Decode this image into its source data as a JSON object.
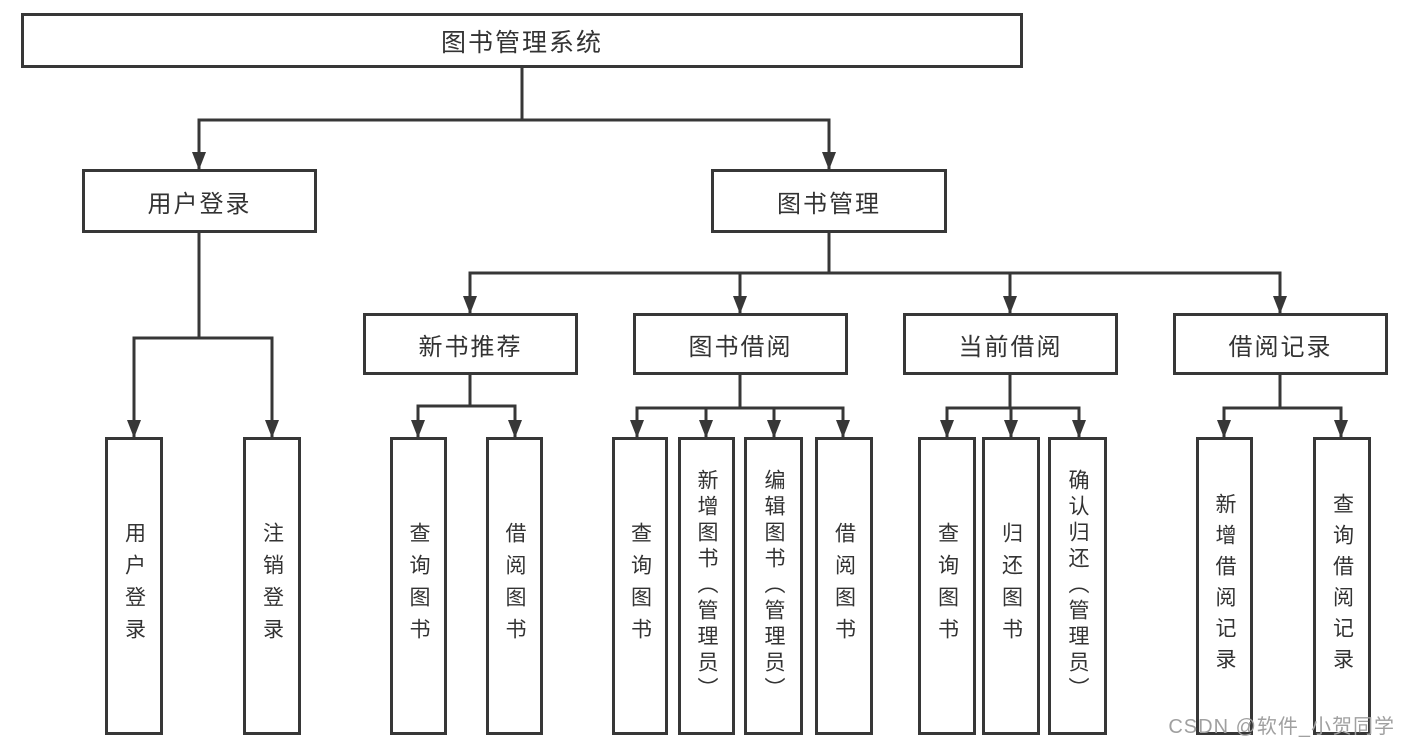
{
  "colors": {
    "line": "#373737",
    "box_border": "#373737",
    "text": "#333333",
    "watermark": "#a0a0a0",
    "background": "#ffffff"
  },
  "root": {
    "label": "图书管理系统"
  },
  "level2": {
    "user_login": {
      "label": "用户登录"
    },
    "book_management": {
      "label": "图书管理"
    }
  },
  "level3": {
    "new_book_recommend": {
      "label": "新书推荐"
    },
    "book_borrow": {
      "label": "图书借阅"
    },
    "current_borrow": {
      "label": "当前借阅"
    },
    "borrow_records": {
      "label": "借阅记录"
    }
  },
  "leaves": {
    "user_login": {
      "label": "用户登录"
    },
    "logout": {
      "label": "注销登录"
    },
    "query_book_recommend": {
      "label": "查询图书"
    },
    "borrow_book_recommend": {
      "label": "借阅图书"
    },
    "query_book_borrow": {
      "label": "查询图书"
    },
    "add_book_admin": {
      "label": "新增图书（管理员）"
    },
    "edit_book_admin": {
      "label": "编辑图书（管理员）"
    },
    "borrow_book_borrow": {
      "label": "借阅图书"
    },
    "query_book_current": {
      "label": "查询图书"
    },
    "return_book": {
      "label": "归还图书"
    },
    "confirm_return_admin": {
      "label": "确认归还（管理员）"
    },
    "add_borrow_record": {
      "label": "新增借阅记录"
    },
    "query_borrow_record": {
      "label": "查询借阅记录"
    }
  },
  "watermark": "CSDN @软件_小贺同学"
}
